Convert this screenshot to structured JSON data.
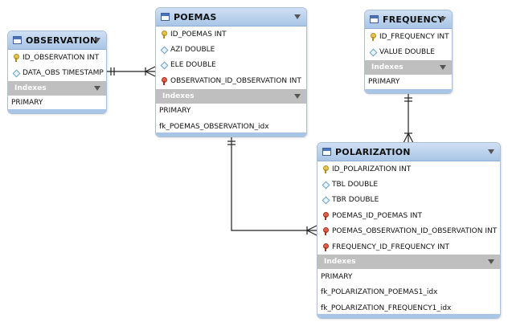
{
  "tables": {
    "observation": {
      "name": "OBSERVATION",
      "columns": [
        {
          "label": "ID_OBSERVATION INT",
          "icon": "key"
        },
        {
          "label": "DATA_OBS TIMESTAMP",
          "icon": "attr"
        }
      ],
      "indexes_label": "Indexes",
      "indexes": [
        "PRIMARY"
      ]
    },
    "poemas": {
      "name": "POEMAS",
      "columns": [
        {
          "label": "ID_POEMAS INT",
          "icon": "key"
        },
        {
          "label": "AZI DOUBLE",
          "icon": "attr"
        },
        {
          "label": "ELE DOUBLE",
          "icon": "attr"
        },
        {
          "label": "OBSERVATION_ID_OBSERVATION INT",
          "icon": "fk"
        }
      ],
      "indexes_label": "Indexes",
      "indexes": [
        "PRIMARY",
        "fk_POEMAS_OBSERVATION_idx"
      ]
    },
    "frequency": {
      "name": "FREQUENCY",
      "columns": [
        {
          "label": "ID_FREQUENCY INT",
          "icon": "key"
        },
        {
          "label": "VALUE DOUBLE",
          "icon": "attr"
        }
      ],
      "indexes_label": "Indexes",
      "indexes": [
        "PRIMARY"
      ]
    },
    "polarization": {
      "name": "POLARIZATION",
      "columns": [
        {
          "label": "ID_POLARIZATION INT",
          "icon": "key"
        },
        {
          "label": "TBL DOUBLE",
          "icon": "attr"
        },
        {
          "label": "TBR DOUBLE",
          "icon": "attr"
        },
        {
          "label": "POEMAS_ID_POEMAS INT",
          "icon": "fk"
        },
        {
          "label": "POEMAS_OBSERVATION_ID_OBSERVATION INT",
          "icon": "fk"
        },
        {
          "label": "FREQUENCY_ID_FREQUENCY INT",
          "icon": "fk"
        }
      ],
      "indexes_label": "Indexes",
      "indexes": [
        "PRIMARY",
        "fk_POLARIZATION_POEMAS1_idx",
        "fk_POLARIZATION_FREQUENCY1_idx"
      ]
    }
  },
  "colors": {
    "header": "#a9c5e6",
    "border": "#a9bfd6",
    "indexes_bar": "#bfbfbf",
    "line": "#222222"
  }
}
